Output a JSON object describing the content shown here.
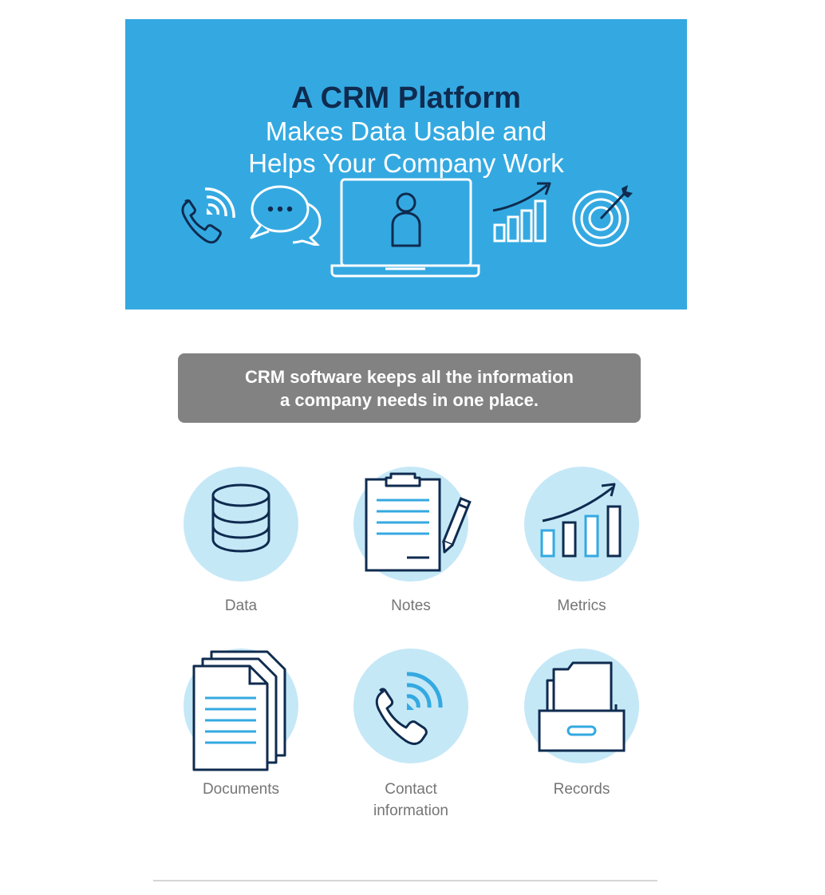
{
  "banner": {
    "title": "A CRM Platform",
    "subtitle_line1": "Makes Data Usable and",
    "subtitle_line2": "Helps Your Company Work",
    "background_color": "#34a9e1",
    "title_color": "#0f2b4f",
    "icons": [
      "phone-signal-icon",
      "chat-bubbles-icon",
      "laptop-user-icon",
      "growth-chart-icon",
      "target-icon"
    ]
  },
  "caption": {
    "line1": "CRM software keeps all the information",
    "line2": "a company needs in one place.",
    "background_color": "#828282"
  },
  "features": [
    {
      "label": "Data",
      "icon": "database-icon"
    },
    {
      "label": "Notes",
      "icon": "clipboard-icon"
    },
    {
      "label": "Metrics",
      "icon": "bar-chart-icon"
    },
    {
      "label": "Documents",
      "icon": "documents-icon"
    },
    {
      "label_line1": "Contact",
      "label_line2": "information",
      "icon": "phone-icon"
    },
    {
      "label": "Records",
      "icon": "file-drawer-icon"
    }
  ],
  "colors": {
    "accent_light": "#c5e8f7",
    "accent": "#34a9e1",
    "ink": "#0f2b4f"
  }
}
